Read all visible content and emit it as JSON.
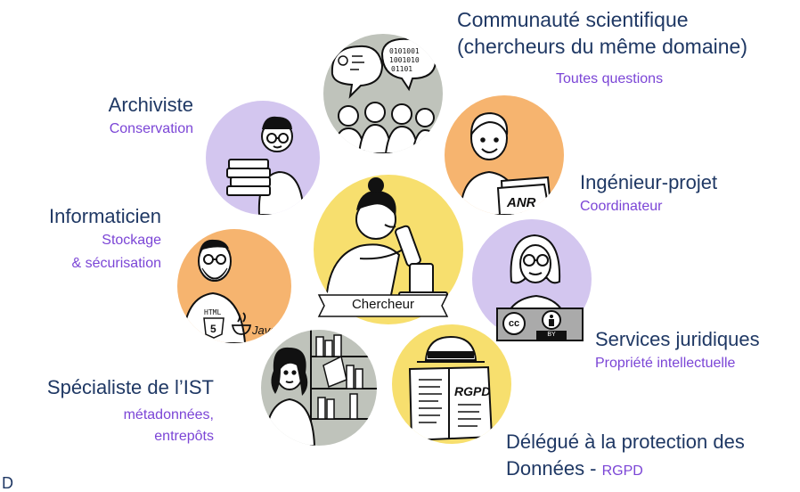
{
  "colors": {
    "purple": "#d3c6ef",
    "orange": "#f6b46f",
    "grey": "#bfc3bb",
    "yellow": "#f7df6e",
    "title_text": "#1f3864",
    "sub_text": "#7b45d6"
  },
  "center": {
    "label": "Chercheur"
  },
  "roles": {
    "communaute": {
      "title_line1": "Communauté scientifique",
      "title_line2": "(chercheurs du même domaine)",
      "subtitle": "Toutes questions"
    },
    "archiviste": {
      "title": "Archiviste",
      "subtitle": "Conservation"
    },
    "ingenieur": {
      "title": "Ingénieur-projet",
      "subtitle": "Coordinateur",
      "folder_text": "ANR"
    },
    "informaticien": {
      "title": "Informaticien",
      "subtitle_line1": "Stockage",
      "subtitle_line2": "& sécurisation",
      "shirt_text": "HTML",
      "shirt_number": "5",
      "logo_text": "Java"
    },
    "juridique": {
      "title": "Services juridiques",
      "subtitle": "Propriété intellectuelle",
      "badge_cc": "cc",
      "badge_by": "BY"
    },
    "ist": {
      "title": "Spécialiste de l’IST",
      "subtitle_line1": "métadonnées,",
      "subtitle_line2": "entrepôts"
    },
    "dpd": {
      "title_line1": "Délégué à la protection des",
      "title_line2": "Données - ",
      "title_accent": "RGPD",
      "newspaper_text": "RGPD"
    }
  },
  "corner_mark": "D"
}
